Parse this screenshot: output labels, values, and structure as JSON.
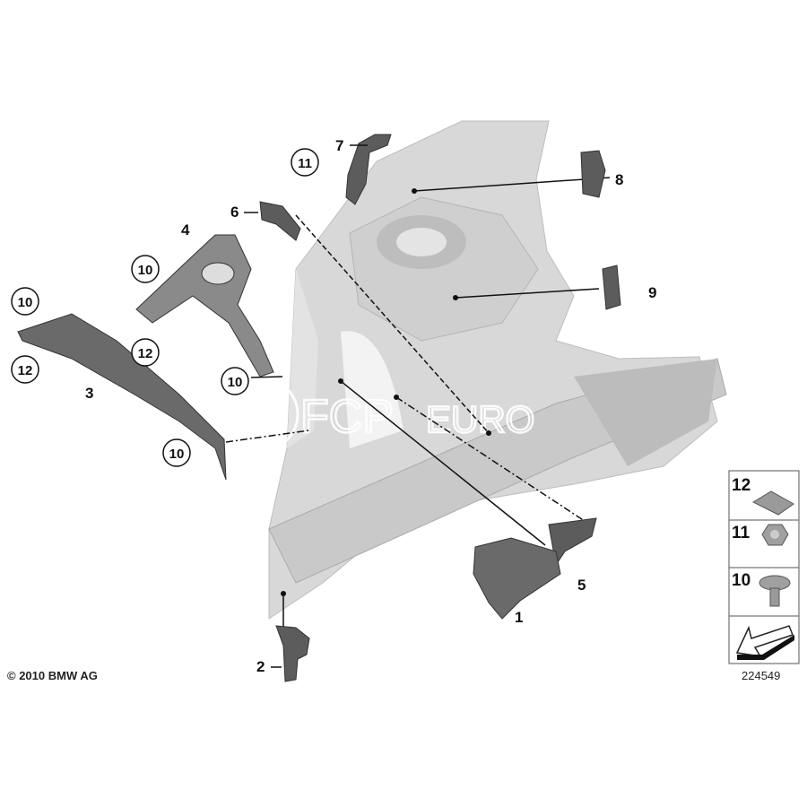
{
  "diagram": {
    "callouts": {
      "c1": "1",
      "c2": "2",
      "c3": "3",
      "c4": "4",
      "c5": "5",
      "c6": "6",
      "c7": "7",
      "c8": "8",
      "c9": "9",
      "circ11_top": "11",
      "circ10_part4": "10",
      "circ12_part4": "12",
      "circ10_part3": "10",
      "circ12_part3": "12",
      "circ10_mid": "10",
      "circ10_low": "10"
    },
    "legend": [
      {
        "number": "12",
        "item": "clip-nut"
      },
      {
        "number": "11",
        "item": "hex-nut"
      },
      {
        "number": "10",
        "item": "hex-bolt"
      }
    ],
    "copyright": "© 2010 BMW AG",
    "diagram_id": "224549",
    "watermark": "FCP EURO",
    "colors": {
      "body": "#d6d6d6",
      "part": "#5a5a5a",
      "line": "#111111"
    }
  }
}
